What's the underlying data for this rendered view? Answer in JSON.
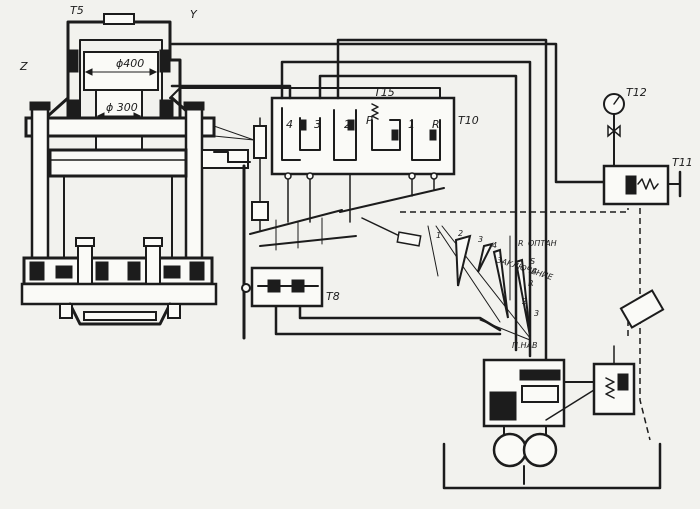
{
  "labels": {
    "t5": "T5",
    "y": "Y",
    "z": "Z",
    "dia_400": "ϕ400",
    "dia_300": "ϕ 300",
    "t15": "T15",
    "t10": "T10",
    "t12": "T12",
    "t11": "T11",
    "t8": "T8",
    "valve_4": "4",
    "valve_3": "3",
    "valve_2": "2",
    "valve_p": "P",
    "valve_1": "1",
    "valve_r": "R",
    "cam_1": "1",
    "cam_2": "2",
    "cam_3": "3",
    "cam_4": "4",
    "scale_r1": "R",
    "scale_s": "S",
    "scale_r2": "R",
    "scale_3": "3",
    "scale_4": "4",
    "scale_2": "2",
    "cam_text_1": "ОПТАН",
    "cam_text_2": "ЗАКЛЮЧЕНИЕ",
    "cam_text_3": "П.НАВ"
  }
}
